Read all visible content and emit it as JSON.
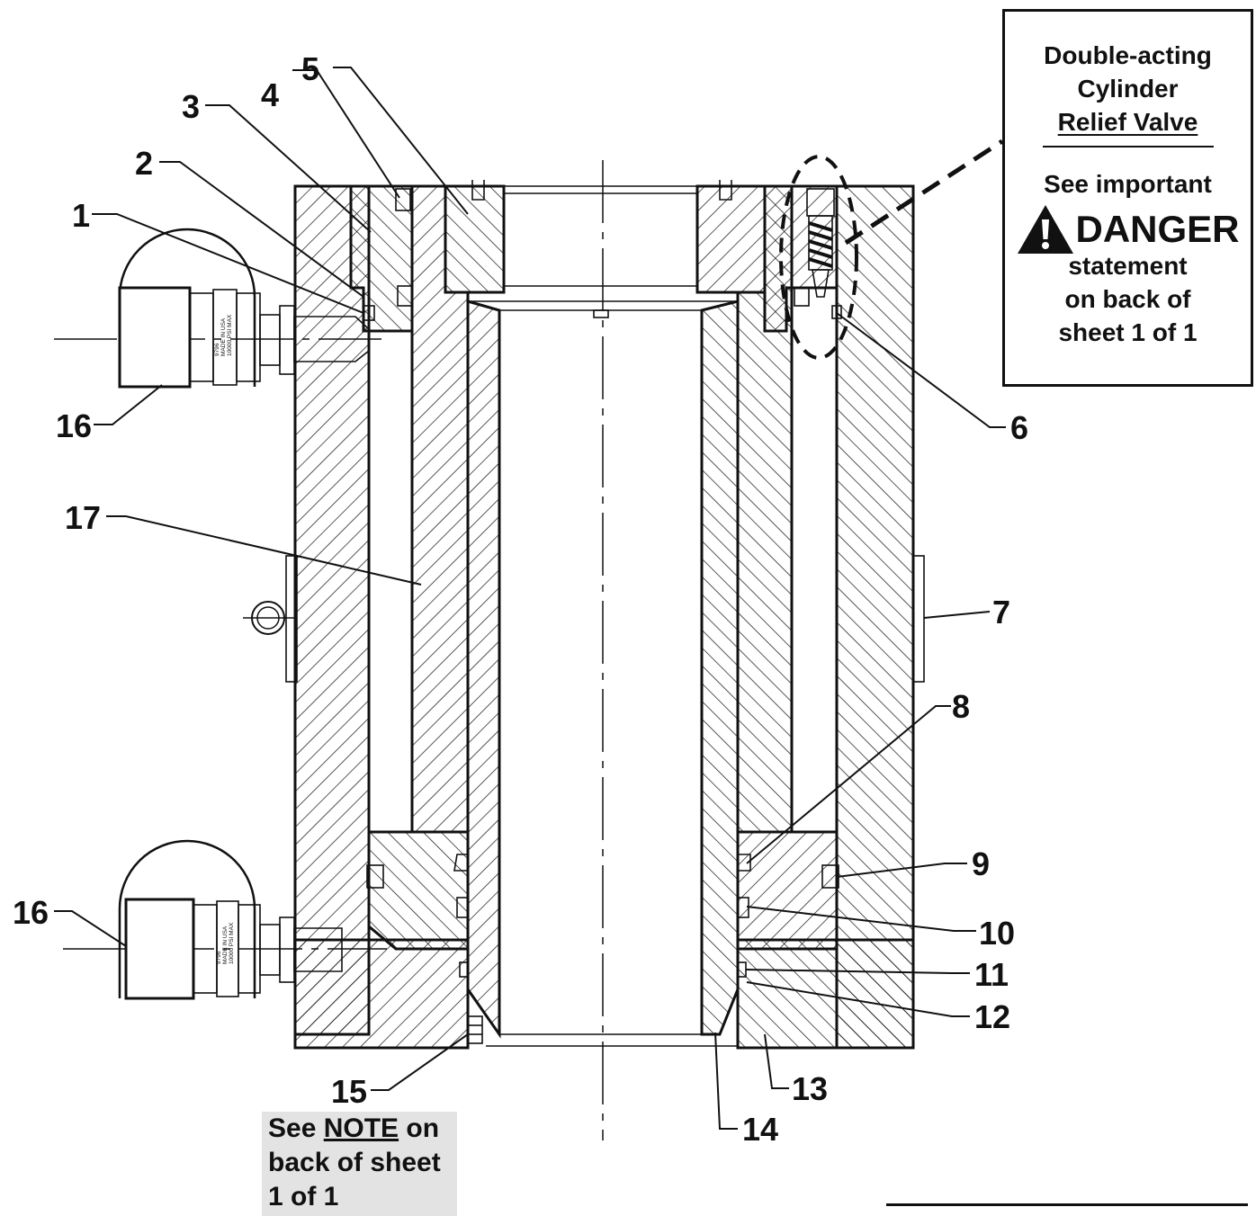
{
  "callouts": {
    "c1": "1",
    "c2": "2",
    "c3": "3",
    "c4": "4",
    "c5": "5",
    "c6": "6",
    "c7": "7",
    "c8": "8",
    "c9": "9",
    "c10": "10",
    "c11": "11",
    "c12": "12",
    "c13": "13",
    "c14": "14",
    "c15": "15",
    "c16a": "16",
    "c16b": "16",
    "c17": "17"
  },
  "relief_box": {
    "line1": "Double-acting",
    "line2": "Cylinder",
    "line3": "Relief Valve",
    "line4": "See important",
    "danger_word": "DANGER",
    "line5": "statement",
    "line6": "on back of",
    "line7": "sheet 1 of 1"
  },
  "note_box": {
    "prefix": "See ",
    "note_word": "NOTE",
    "suffix": " on",
    "line2": "back of sheet",
    "line3": "1 of 1"
  },
  "fitting_text": {
    "part": "9796",
    "made": "MADE IN USA",
    "psi": "10000 PSI MAX"
  },
  "colors": {
    "ink": "#111111",
    "note_bg": "#e3e3e3"
  },
  "icons": {
    "danger": "warning-triangle-icon",
    "hatch": "section-hatch-pattern"
  }
}
